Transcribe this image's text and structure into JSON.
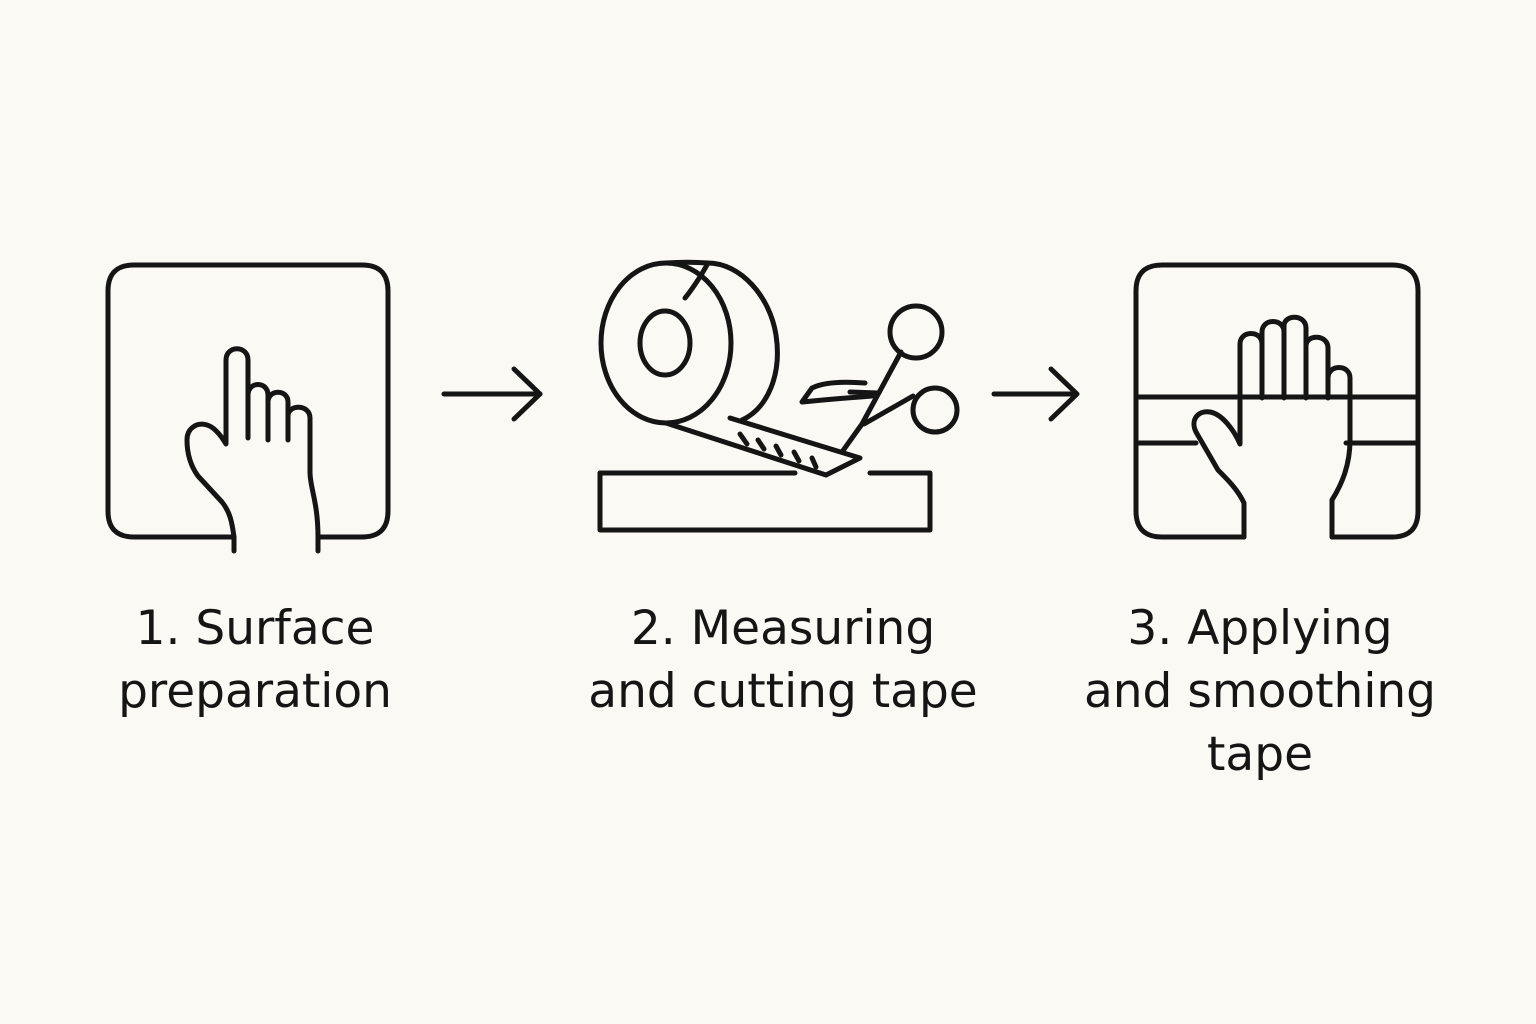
{
  "colors": {
    "background": "#faf9f4",
    "ink": "#151515"
  },
  "steps": [
    {
      "icon": "hand-pointing-on-surface-icon",
      "label_lines": [
        "1. Surface",
        "preparation"
      ]
    },
    {
      "icon": "tape-roll-with-scissors-icon",
      "label_lines": [
        "2. Measuring",
        "and cutting tape"
      ]
    },
    {
      "icon": "hand-smoothing-tape-icon",
      "label_lines": [
        "3. Applying",
        "and smoothing",
        "tape"
      ]
    }
  ],
  "connectors": [
    {
      "from": 1,
      "to": 2,
      "icon": "arrow-right-icon"
    },
    {
      "from": 2,
      "to": 3,
      "icon": "arrow-right-icon"
    }
  ]
}
